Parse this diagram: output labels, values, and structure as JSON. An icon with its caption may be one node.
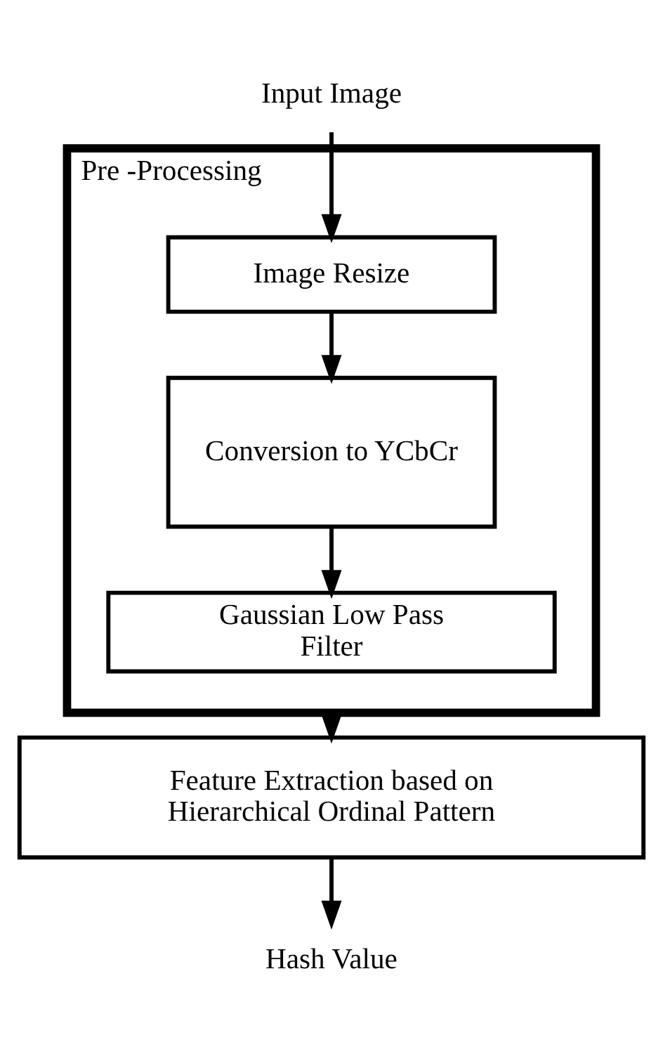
{
  "diagram": {
    "nodes": [
      {
        "text": [
          "Input Image"
        ]
      },
      {
        "text": [
          "Pre -Processing"
        ]
      },
      {
        "text": [
          "Image Resize"
        ],
        "in": 1
      },
      {
        "text": [
          "Conversion to YCbCr"
        ],
        "in": 1
      },
      {
        "text": [
          "Gaussian Low Pass Filter"
        ],
        "in": 1
      },
      {
        "text": [
          "Feature Extraction based on Hierarchical Ordinal Pattern"
        ]
      },
      {
        "text": [
          "Hash Value"
        ]
      }
    ],
    "edges": [
      {
        "from": 0,
        "to": 2,
        "arrow": "to"
      },
      {
        "from": 2,
        "to": 3,
        "arrow": "to"
      },
      {
        "from": 3,
        "to": 4,
        "arrow": "to"
      },
      {
        "from": 1,
        "to": 5,
        "arrow": "to"
      },
      {
        "from": 5,
        "to": 6,
        "arrow": "to"
      }
    ]
  }
}
